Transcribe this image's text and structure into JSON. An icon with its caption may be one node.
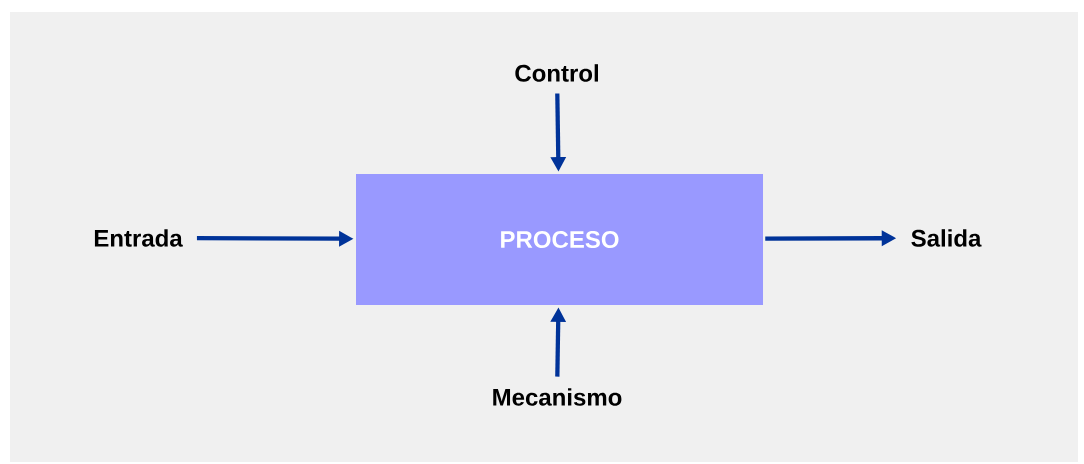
{
  "diagram": {
    "nodes": [
      {
        "text": [
          "PROCESO"
        ]
      },
      {
        "text": [
          "Control"
        ]
      },
      {
        "text": [
          "Entrada"
        ]
      },
      {
        "text": [
          "Salida"
        ]
      },
      {
        "text": [
          "Mecanismo"
        ]
      }
    ],
    "edges": [
      {
        "from": 1,
        "to": 0,
        "arrow": "to"
      },
      {
        "from": 2,
        "to": 0,
        "arrow": "to"
      },
      {
        "from": 0,
        "to": 3,
        "arrow": "to"
      },
      {
        "from": 4,
        "to": 0,
        "arrow": "to"
      }
    ]
  }
}
